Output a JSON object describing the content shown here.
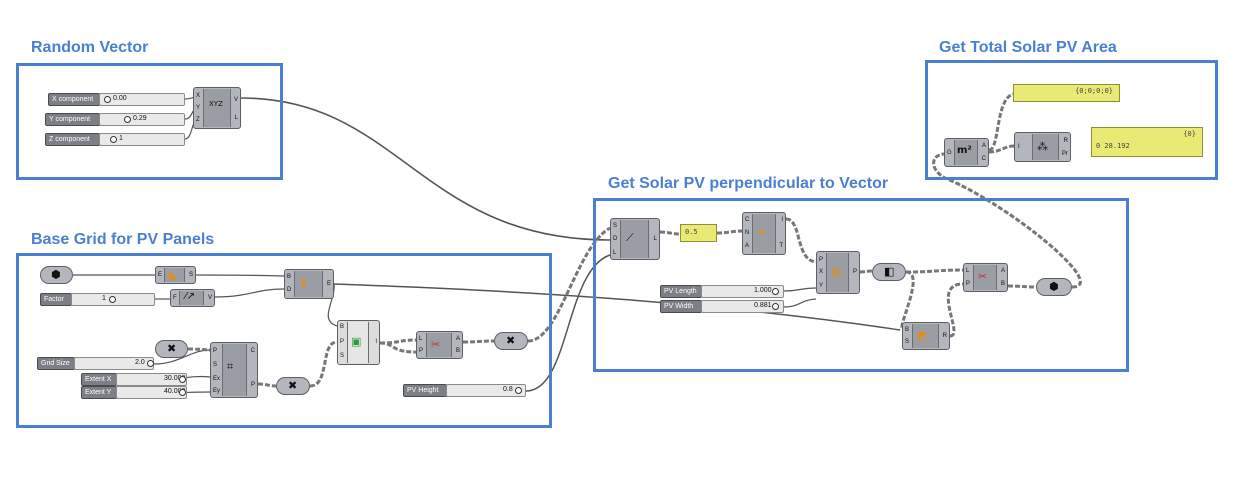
{
  "groups": {
    "random_vector": {
      "title": "Random Vector"
    },
    "base_grid": {
      "title": "Base Grid for PV Panels"
    },
    "perpendicular": {
      "title": "Get Solar PV perpendicular to Vector"
    },
    "total_area": {
      "title": "Get Total Solar PV Area"
    }
  },
  "sliders": {
    "x_component": {
      "label": "X component",
      "value": "0.00"
    },
    "y_component": {
      "label": "Y component",
      "value": "0.29"
    },
    "z_component": {
      "label": "Z component",
      "value": "1"
    },
    "factor": {
      "label": "Factor",
      "value": "1"
    },
    "grid_size": {
      "label": "Grid Size",
      "value": "2.0"
    },
    "extent_x": {
      "label": "Extent X",
      "value": "30.000"
    },
    "extent_y": {
      "label": "Extent Y",
      "value": "40.000"
    },
    "pv_height": {
      "label": "PV Height",
      "value": "0.8"
    },
    "pv_length": {
      "label": "PV Length",
      "value": "1.000"
    },
    "pv_width": {
      "label": "PV Width",
      "value": "0.881"
    }
  },
  "components": {
    "vector_xyz": {
      "icon": "XYZ",
      "inputs": [
        "X",
        "Y",
        "Z"
      ],
      "outputs": [
        "V",
        "L"
      ]
    },
    "brep_param": {
      "icon": "brep-icon"
    },
    "deconstruct_brep": {
      "icon": "deconstruct-icon",
      "inputs": [
        "E"
      ],
      "outputs": [
        "S"
      ]
    },
    "amplitude": {
      "icon": "amplitude-icon",
      "inputs": [
        "F"
      ],
      "outputs": [
        "V"
      ]
    },
    "move_edges": {
      "icon": "move-icon",
      "inputs": [
        "B",
        "D"
      ],
      "outputs": [
        "E"
      ]
    },
    "hexgrid_main": {
      "icon": "grid-icon",
      "inputs": [
        "P",
        "S",
        "Ex",
        "Ey"
      ],
      "outputs": [
        "C",
        "P"
      ]
    },
    "point_in_brep": {
      "icon": "point-in-brep-icon",
      "inputs": [
        "B",
        "P",
        "S"
      ],
      "outputs": [
        "I"
      ]
    },
    "dispatch_left": {
      "icon": "dispatch-icon",
      "inputs": [
        "L",
        "P"
      ],
      "outputs": [
        "A",
        "B"
      ]
    },
    "line_sdl": {
      "icon": "line-icon",
      "inputs": [
        "S",
        "D",
        "L"
      ],
      "outputs": [
        "L"
      ]
    },
    "eval_curve": {
      "icon": "evaluate-icon",
      "inputs": [
        "C",
        "N",
        "A"
      ],
      "outputs": [
        "I",
        "T"
      ]
    },
    "rectangle": {
      "icon": "rectangle-icon",
      "inputs": [
        "P",
        "X",
        "Y"
      ],
      "outputs": [
        "P"
      ]
    },
    "dispatch_right": {
      "icon": "dispatch-icon",
      "inputs": [
        "L",
        "P"
      ],
      "outputs": [
        "A",
        "B"
      ]
    },
    "extrude": {
      "icon": "extrude-icon",
      "inputs": [
        "B",
        "S"
      ],
      "outputs": [
        "R"
      ]
    },
    "area": {
      "icon": "m²",
      "inputs": [
        "G"
      ],
      "outputs": [
        "A",
        "C"
      ]
    },
    "mass_addition": {
      "icon": "mass-addition-icon",
      "inputs": [
        "I"
      ],
      "outputs": [
        "R",
        "Pr"
      ]
    }
  },
  "panels": {
    "half_value": {
      "text": "0.5"
    },
    "tree_path": {
      "text": "{0;0;0;0}"
    },
    "area_result_path": {
      "text": "{0}"
    },
    "area_result_value": {
      "text": "0 28.192"
    }
  }
}
